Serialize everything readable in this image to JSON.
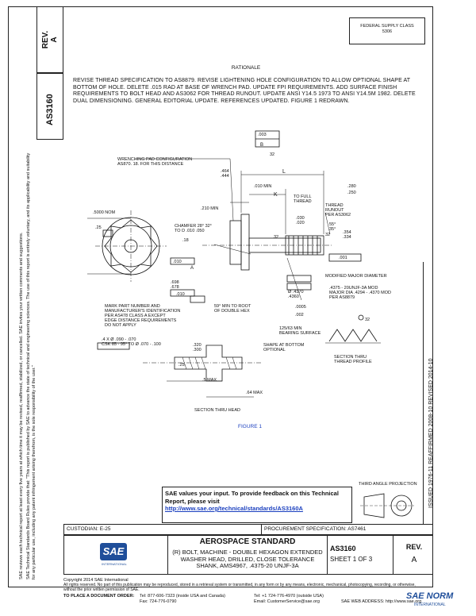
{
  "doc_number": "AS3160",
  "rev_header_label": "REV.",
  "rev_value": "A",
  "federal_supply_class": "FEDERAL SUPPLY CLASS\n5306",
  "rationale_title": "RATIONALE",
  "rationale_text": "REVISE THREAD SPECIFICATION TO AS8879. REVISE LIGHTENING HOLE CONFIGURATION TO ALLOW OPTIONAL SHAPE AT BOTTOM OF HOLE. DELETE .015 RAD AT BASE OF WRENCH PAD. UPDATE FPI REQUIREMENTS. ADD SURFACE FINISH REQUIREMENTS TO BOLT HEAD AND AS3062 FOR THREAD RUNOUT. UPDATE ANSI Y14.5 1973 TO ANSI Y14.5M 1982. DELETE DUAL DIMENSIONING. GENERAL EDITORIAL UPDATE. REFERENCES UPDATED. FIGURE 1 REDRAWN.",
  "side_legal_text": "SAE Technical Standards Board Rules provide that: \"This report is published by SAE to advance the state of technical and engineering sciences. The use of this report is entirely voluntary, and its applicability and suitability for any particular use, including any patent infringement arising therefrom, is the sole responsibility of the user.\"",
  "side_legal_text2": "SAE reviews each technical report at least every five years at which time it may be revised, reaffirmed, stabilized, or cancelled. SAE invites your written comments and suggestions.",
  "drawing": {
    "labels": {
      "wrenching_pad": "WRENCHING PAD CONFIGURATION\nAS870. 18. FOR THIS DISTANCE",
      "dim_464": ".464\n.444",
      "l_dim": "L",
      "k_dim": "K",
      "d10min": ".010 MIN",
      "to_full_thread": "TO FULL\nTHREAD",
      "d210min": ".210 MIN",
      "thread_runout": "THREAD\nRUNOUT\nPER AS3062",
      "d5000": ".5000 NOM",
      "d25": ".25",
      "chamfer": "CHAMFER 28° 32°\nTO D .010 .050",
      "d030": ".030\n.020",
      "d55": "55°\n35°",
      "d354": ".354\n.334",
      "d18": ".18",
      "tol_010": ".010",
      "modified_major": "MODIFIED MAJOR DIAMETER",
      "d698": ".698\n.678",
      "d010_a": ".010",
      "mark_part": "MARK PART NUMBER AND\nMANUFACTURER'S IDENTIFICATION\nPER AS478 CLASS A EXCEPT\nEDGE DISTANCE REQUIREMENTS\nDO NOT APPLY",
      "d090": ".4 X Ø .090 - .070\nCSK 85 - 95° TO Ø .070 - .100",
      "thread_spec": ".4375 - 20UNJF-3A MOD\nMAJOR DIA .4294 - .4370 MOD\nPER AS8879",
      "d4370": "Ø .4370\n.4360",
      "d0005": ".0005",
      "d002": ".002",
      "d002b": ".002",
      "d59": "59° MIN TO ROOT\nOF DOUBLE HEX",
      "d125": "125/63 MIN\nBEARING SURFACE",
      "d320": ".320\n.300",
      "shape_bottom": "SHAPE AT BOTTOM\nOPTIONAL",
      "d25b": ".25",
      "d5max": ".5 MAX",
      "d4max": ".64 MAX",
      "section_head": "SECTION THRU HEAD",
      "section_thread": "SECTION THRU\nTHREAD PROFILE",
      "d32": "32",
      "d32b": "32",
      "d32c": "32",
      "d32d": "32",
      "figure": "FIGURE 1",
      "a_datum": "A",
      "b_datum": "B",
      "d003": ".003",
      "d001": ".001",
      "d280": ".280",
      "d250": ".250"
    }
  },
  "feedback": {
    "text": "SAE values your input. To provide feedback on this Technical Report, please visit",
    "url": "http://www.sae.org/technical/standards/AS3160A"
  },
  "third_angle": "THIRD ANGLE PROJECTION",
  "issue_dates": "ISSUED 1976-11     REAFFIRMED 2008-10     REVISED 2014-10",
  "custodian": "CUSTODIAN: E-25",
  "procurement": "PROCUREMENT SPECIFICATION: AS7461",
  "title_block": {
    "logo_text": "SAE",
    "logo_sub": "INTERNATIONAL",
    "standard": "AEROSPACE STANDARD",
    "description": "(R) BOLT, MACHINE - DOUBLE HEXAGON EXTENDED\nWASHER HEAD, DRILLED, CLOSE TOLERANCE\nSHANK, AMS4967, .4375-20 UNJF-3A",
    "doc": "AS3160",
    "sheet": "SHEET 1 OF 3",
    "rev_label": "REV.",
    "rev": "A"
  },
  "footer": {
    "copyright": "Copyright 2014 SAE International",
    "rights": "All rights reserved. No part of this publication may be reproduced, stored in a retrieval system or transmitted, in any form or by any means, electronic, mechanical, photocopying, recording, or otherwise, without the prior written permission of SAE.",
    "order": "TO PLACE A DOCUMENT ORDER:",
    "tel1": "Tel: 877-606-7323 (inside USA and Canada)",
    "tel2": "Tel: +1 724-776-4970 (outside USA)",
    "fax": "Fax: 724-776-0790",
    "email": "Email: CustomerService@sae.org",
    "web": "SAE WEB ADDRESS: http://www.sae.org"
  },
  "watermark": "SAE NORM",
  "watermark_sub": "INTERNATIONAL"
}
